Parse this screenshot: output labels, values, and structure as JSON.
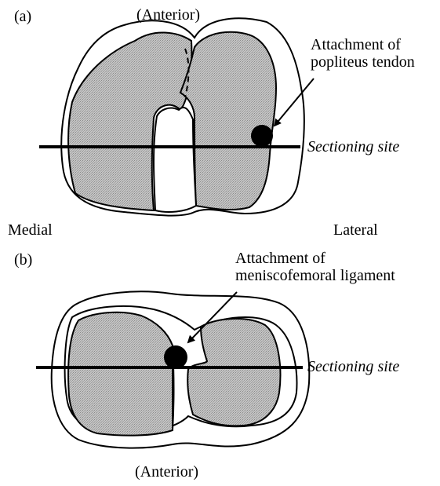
{
  "panel_a": {
    "label": "(a)",
    "orientation": "(Anterior)",
    "callout_line1": "Attachment of",
    "callout_line2": "popliteus tendon",
    "section_prefix": "Sectioning",
    "section_suffix": "site"
  },
  "sides": {
    "medial": "Medial",
    "lateral": "Lateral"
  },
  "panel_b": {
    "label": "(b)",
    "orientation": "(Anterior)",
    "callout_line1": "Attachment of",
    "callout_line2": "meniscofemoral ligament",
    "section_prefix": "Sectioning",
    "section_suffix": "site"
  },
  "colors": {
    "ink": "#000000",
    "stipple": "#b8b8b8",
    "background": "#ffffff"
  }
}
